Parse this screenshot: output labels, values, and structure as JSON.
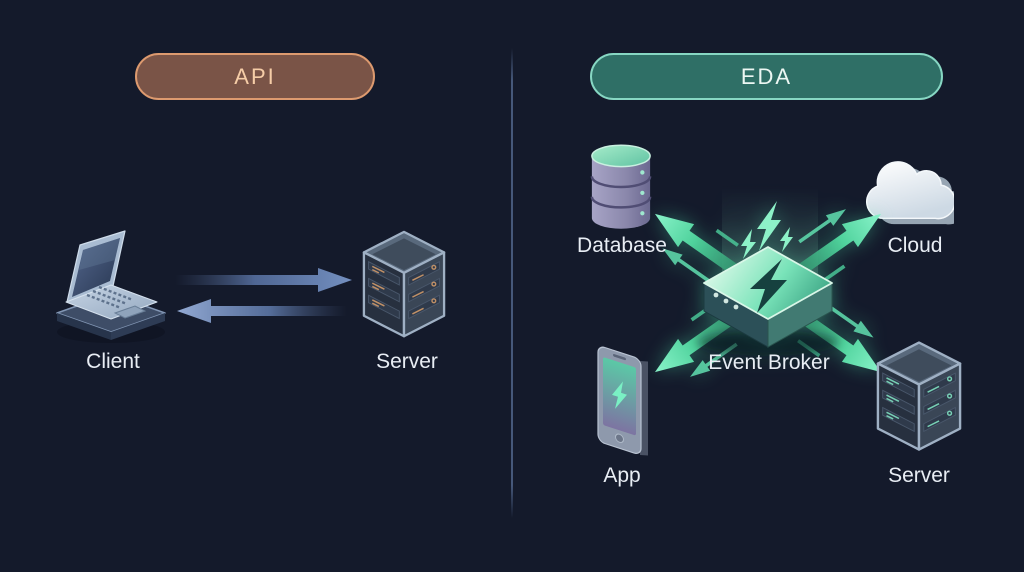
{
  "left_panel": {
    "badge": "API",
    "client_label": "Client",
    "server_label": "Server"
  },
  "right_panel": {
    "badge": "EDA",
    "broker_label": "Event Broker",
    "database_label": "Database",
    "cloud_label": "Cloud",
    "app_label": "App",
    "server_label": "Server"
  },
  "colors": {
    "background": "#141a2b",
    "api_accent": "#dd9a6f",
    "api_fill": "#7a5447",
    "api_text": "#f6cda7",
    "eda_accent": "#87d7c3",
    "eda_fill": "#2f6f66",
    "request_arrow_blue": "#6f8ab8",
    "event_arrow_green": "#55e2a9",
    "label_text": "#e8edf4"
  }
}
